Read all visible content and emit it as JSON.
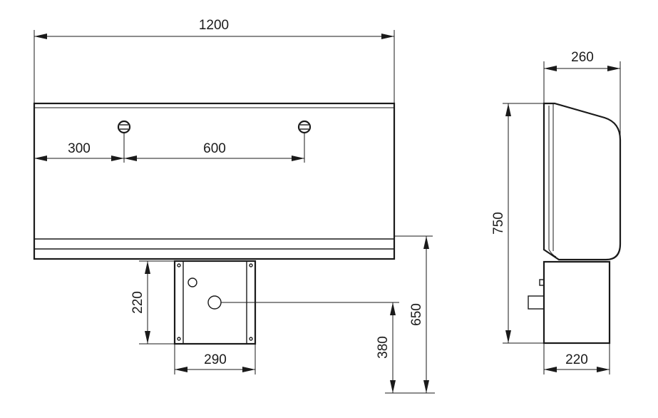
{
  "dimensions": {
    "total_width": "1200",
    "depth_top": "260",
    "spacing_left": "300",
    "spacing_between": "600",
    "overall_height": "750",
    "bracket_height": "220",
    "mounting_height": "650",
    "pipe_height": "380",
    "bracket_width": "290",
    "box_depth": "220"
  }
}
